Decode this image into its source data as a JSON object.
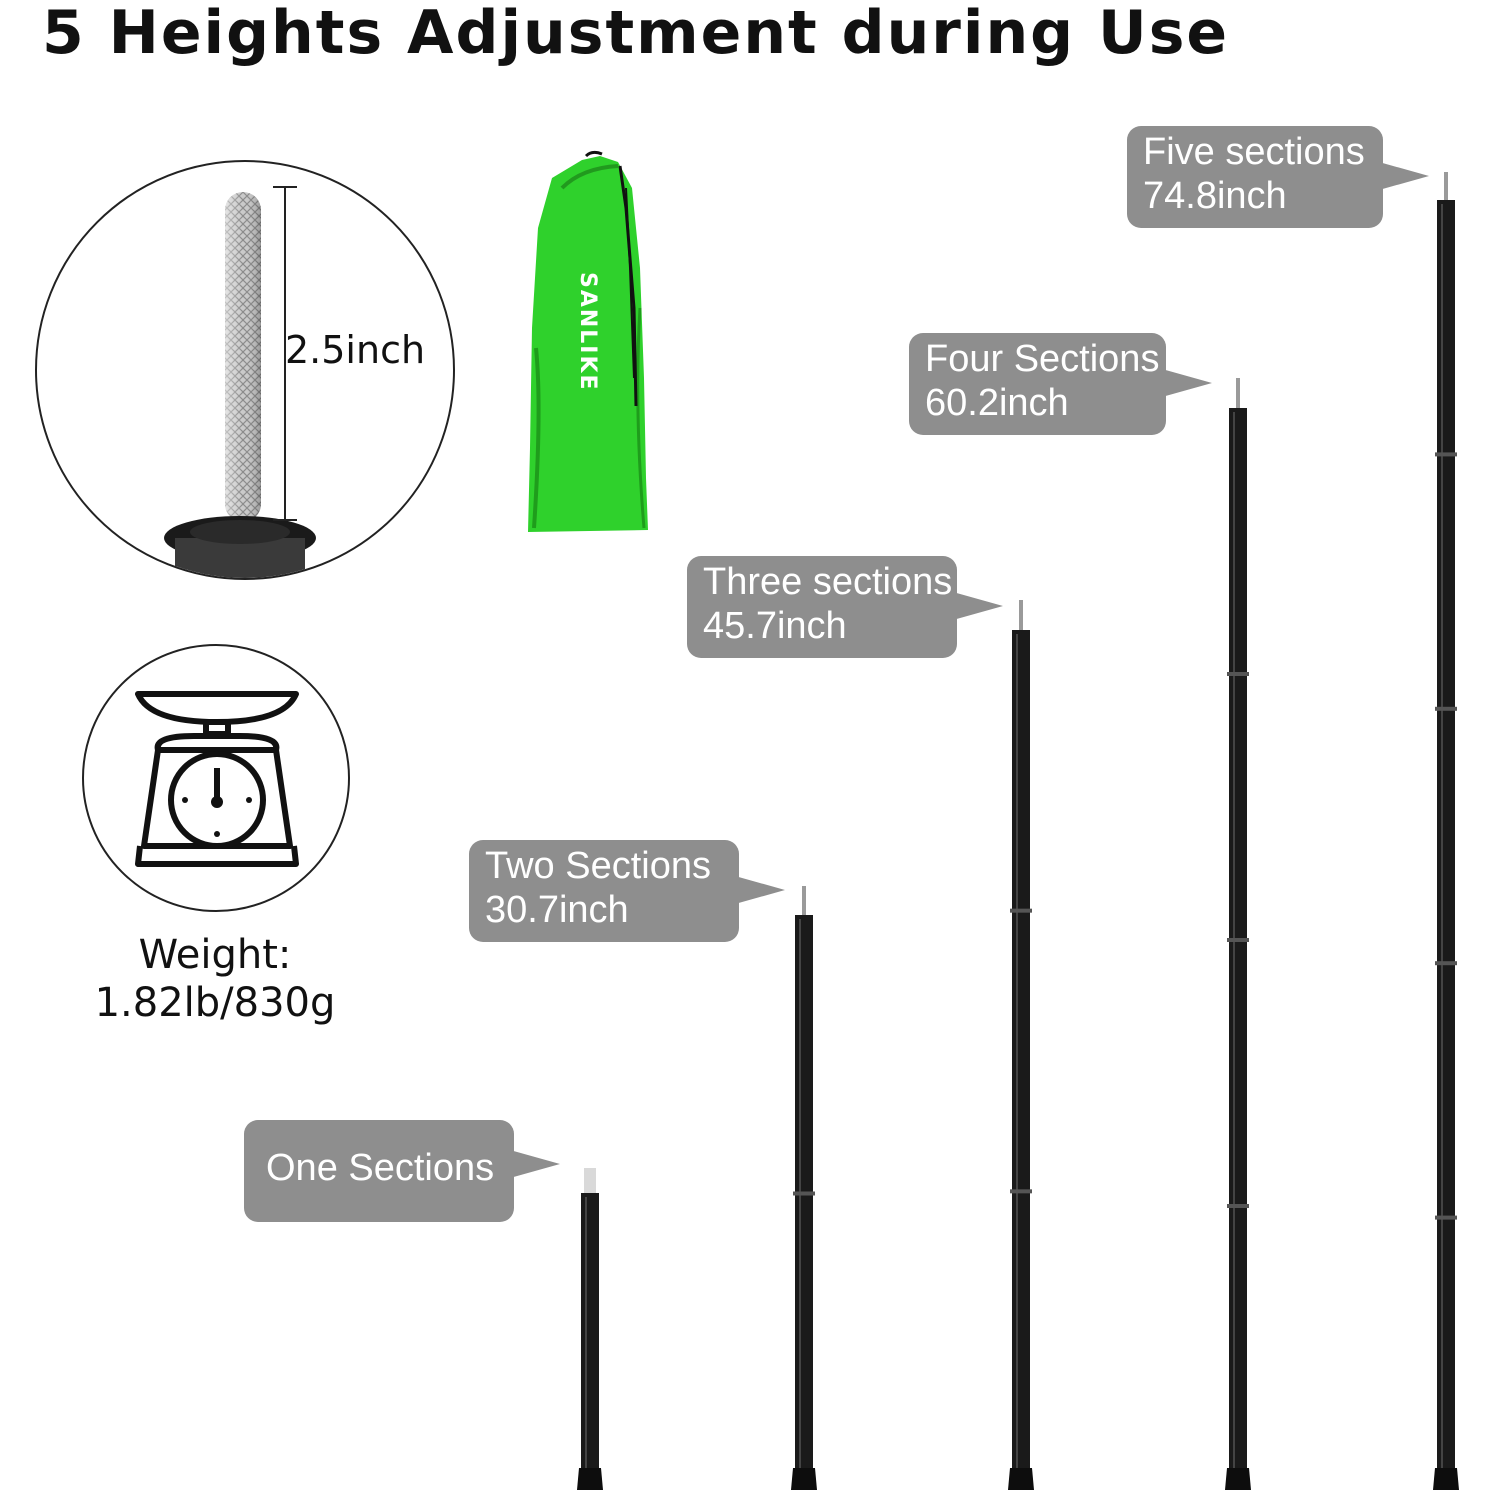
{
  "title": "5 Heights Adjustment during Use",
  "tip_length_label": "2.5inch",
  "bag_brand": "SANLIKE",
  "weight": {
    "line1": "Weight:",
    "line2": "1.82lb/830g"
  },
  "sections": [
    {
      "name": "One Sections",
      "length": ""
    },
    {
      "name": "Two Sections",
      "length": "30.7inch"
    },
    {
      "name": "Three sections",
      "length": "45.7inch"
    },
    {
      "name": "Four Sections",
      "length": "60.2inch"
    },
    {
      "name": "Five sections",
      "length": "74.8inch"
    }
  ],
  "colors": {
    "callout": "#8e8e8e",
    "bag": "#2fd12c",
    "pole": "#1a1a1a"
  },
  "icons": [
    "knurled-tip-icon",
    "stuff-sack-icon",
    "scale-icon"
  ]
}
